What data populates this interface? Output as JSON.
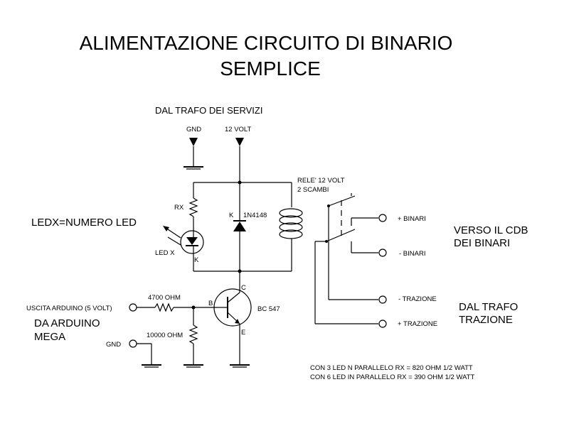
{
  "title_line1": "ALIMENTAZIONE CIRCUITO DI BINARIO",
  "title_line2": "SEMPLICE",
  "supply_title": "DAL TRAFO DEI SERVIZI",
  "gnd_label": "GND",
  "volt_label": "12 VOLT",
  "rx_label": "RX",
  "ledx_note": "LEDX=NUMERO LED",
  "led_label": "LED X",
  "k_led": "K",
  "k_diode": "K",
  "diode_label": "1N4148",
  "relay_line1": "RELE' 12 VOLT",
  "relay_line2": "2 SCAMBI",
  "plus_binari": "+ BINARI",
  "minus_binari": "- BINARI",
  "minus_trazione": "- TRAZIONE",
  "plus_trazione": "+ TRAZIONE",
  "verso_line1": "VERSO IL CDB",
  "verso_line2": "DEI BINARI",
  "trafo_line1": "DAL TRAFO",
  "trafo_line2": "TRAZIONE",
  "arduino_out": "USCITA ARDUINO (5 VOLT)",
  "arduino_line1": "DA ARDUINO",
  "arduino_line2": "MEGA",
  "r1_label": "4700 OHM",
  "r2_label": "10000 OHM",
  "gnd_arduino": "GND",
  "transistor_label": "BC 547",
  "pin_b": "B",
  "pin_c": "C",
  "pin_e": "E",
  "note1": "CON 3 LED N PARALLELO RX = 820 OHM 1/2 WATT",
  "note2": "CON 6 LED IN PARALLELO RX = 390 OHM 1/2 WATT"
}
